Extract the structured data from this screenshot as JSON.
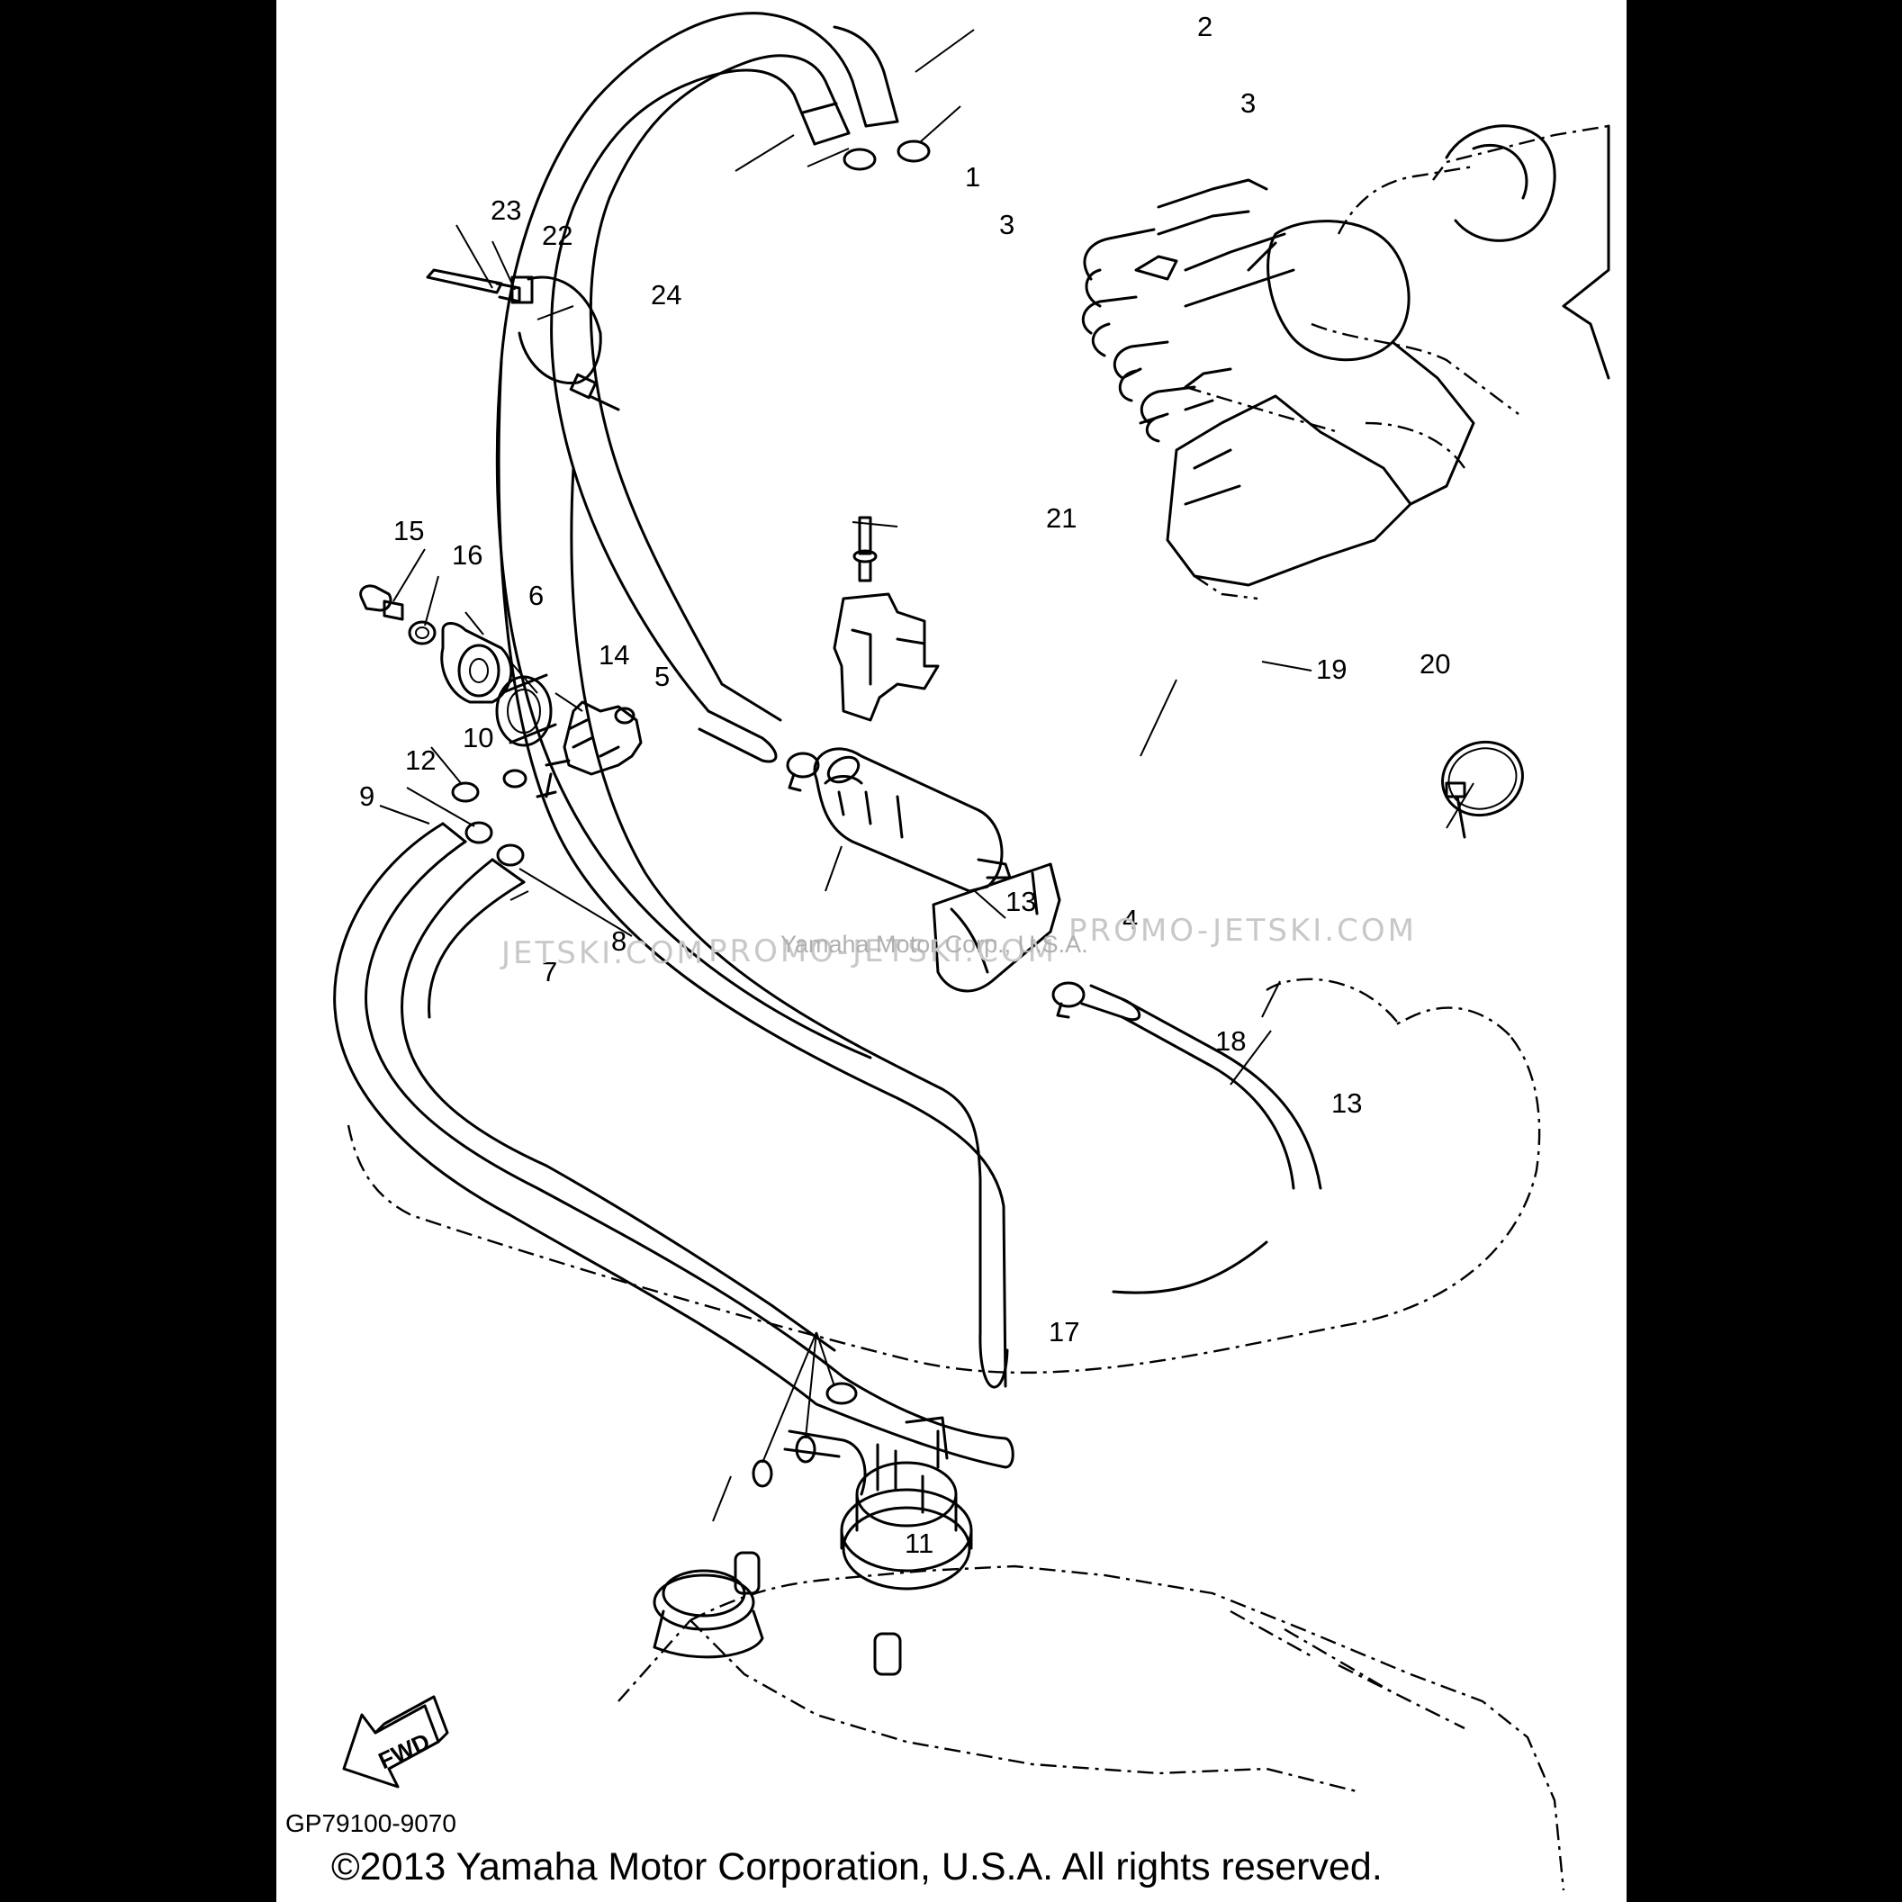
{
  "diagram": {
    "callouts": {
      "c1": "1",
      "c2": "2",
      "c3a": "3",
      "c3b": "3",
      "c4": "4",
      "c5": "5",
      "c6": "6",
      "c7": "7",
      "c8": "8",
      "c9": "9",
      "c10": "10",
      "c11": "11",
      "c12": "12",
      "c13a": "13",
      "c13b": "13",
      "c14": "14",
      "c15": "15",
      "c16": "16",
      "c17": "17",
      "c18": "18",
      "c19": "19",
      "c20": "20",
      "c21": "21",
      "c22": "22",
      "c23": "23",
      "c24": "24"
    },
    "fwd_label": "FWD",
    "watermarks": {
      "left": "JETSKI.COM",
      "middle": "PROMO-JETSKI.COM",
      "right": "PROMO-JETSKI.COM",
      "small": "Yamaha Motor Corp., U.S.A."
    }
  },
  "footer": {
    "doc_code": "GP79100-9070",
    "copyright": "©2013 Yamaha Motor Corporation, U.S.A. All rights reserved."
  }
}
